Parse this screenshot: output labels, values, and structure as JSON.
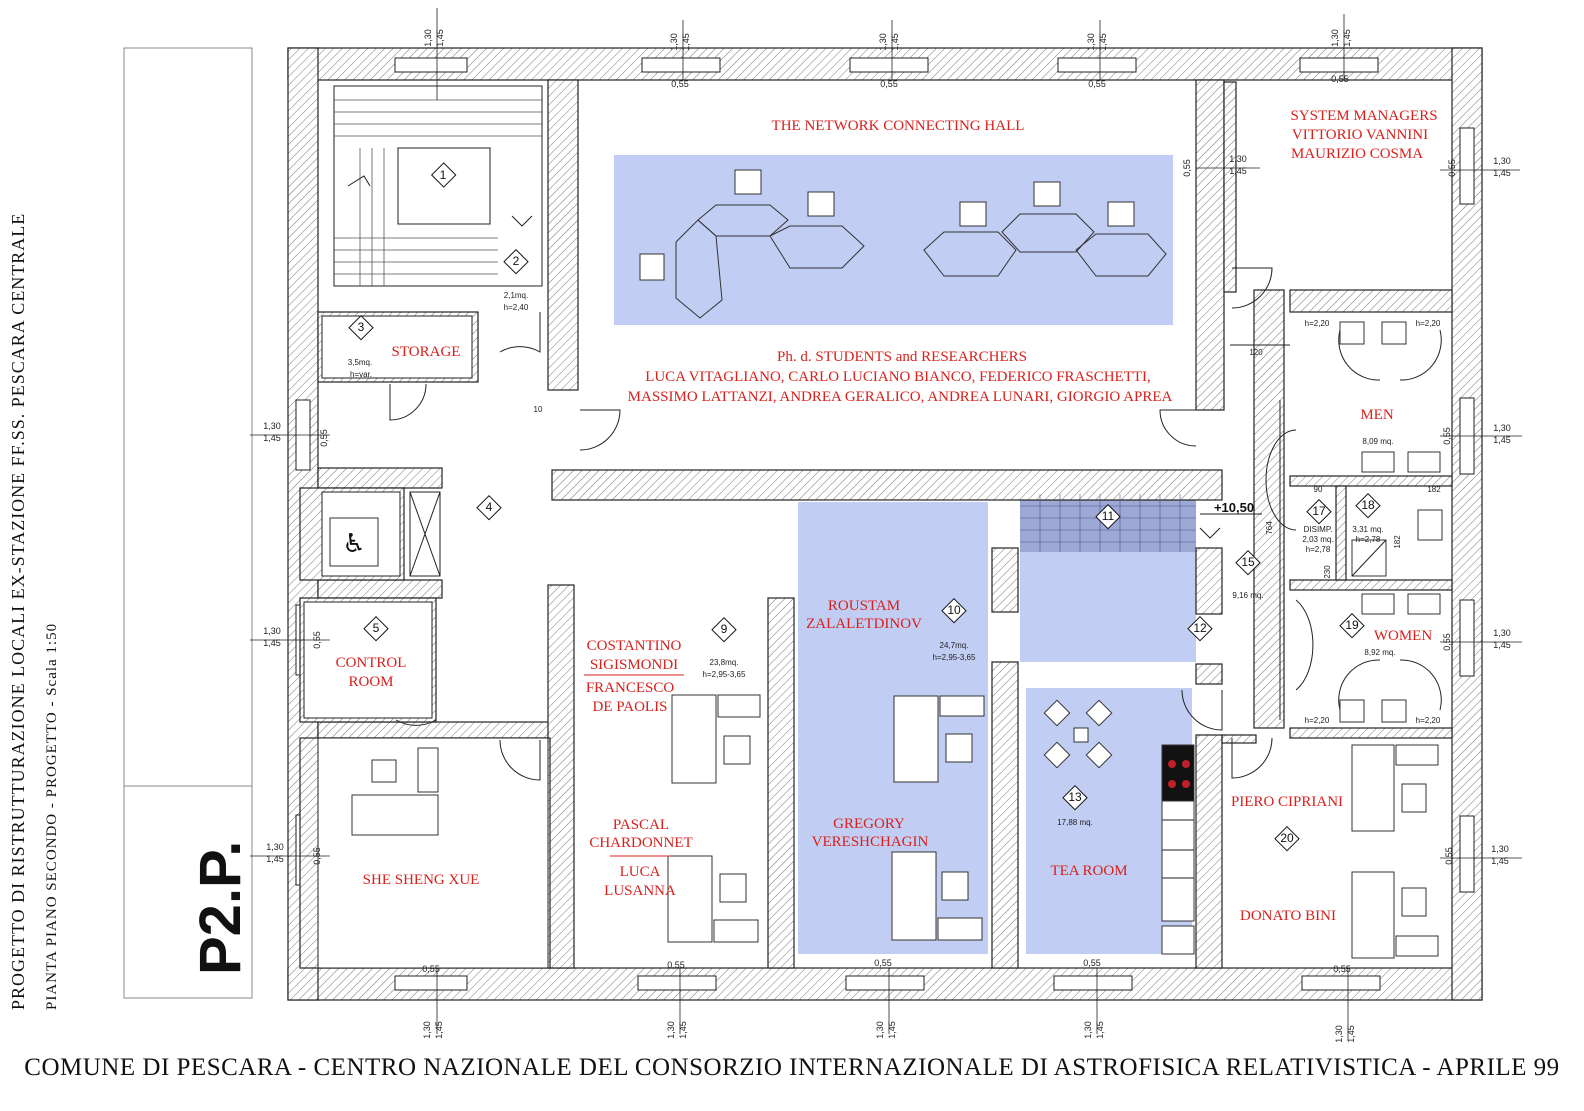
{
  "sidebar": {
    "title": "PROGETTO DI RISTRUTTURAZIONE LOCALI EX-STAZIONE FF.SS. PESCARA CENTRALE",
    "subtitle": "PIANTA PIANO SECONDO - PROGETTO - Scala 1:50",
    "sheet_code": "P2.P."
  },
  "footer": {
    "text": "COMUNE DI PESCARA - CENTRO NAZIONALE DEL CONSORZIO INTERNAZIONALE DI ASTROFISICA RELATIVISTICA - APRILE 99"
  },
  "rooms": {
    "hall_title": "THE NETWORK CONNECTING HALL",
    "students_heading": "Ph. d. STUDENTS and RESEARCHERS",
    "students_line1": "LUCA VITAGLIANO, CARLO LUCIANO BIANCO, FEDERICO FRASCHETTI,",
    "students_line2": "MASSIMO LATTANZI, ANDREA GERALICO, ANDREA LUNARI, GIORGIO APREA",
    "sysman_line1": "SYSTEM MANAGERS",
    "sysman_line2": "VITTORIO VANNINI",
    "sysman_line3": "MAURIZIO COSMA",
    "storage": "STORAGE",
    "men": "MEN",
    "women": "WOMEN",
    "control_line1": "CONTROL",
    "control_line2": "ROOM",
    "costantino_line1": "COSTANTINO",
    "costantino_line2": "SIGISMONDI",
    "francesco_line1": "FRANCESCO",
    "francesco_line2": "DE PAOLIS",
    "roustam_line1": "ROUSTAM",
    "roustam_line2": "ZALALETDINOV",
    "pascal_line1": "PASCAL",
    "pascal_line2": "CHARDONNET",
    "luca_line1": "LUCA",
    "luca_line2": "LUSANNA",
    "gregory_line1": "GREGORY",
    "gregory_line2": "VERESHCHAGIN",
    "she": "SHE SHENG XUE",
    "tea": "TEA ROOM",
    "piero": "PIERO CIPRIANI",
    "donato": "DONATO BINI"
  },
  "room_numbers": [
    "1",
    "2",
    "3",
    "4",
    "5",
    "9",
    "10",
    "11",
    "12",
    "13",
    "15",
    "17",
    "18",
    "19",
    "20"
  ],
  "annotations": {
    "a2_area": "2,1mq.",
    "a2_h": "h=2,40",
    "a3_area": "3,5mq.",
    "a3_h": "h=var.",
    "a9_area": "23,8mq.",
    "a9_h": "h=2,95-3,65",
    "a10_area": "24,7mq.",
    "a10_h": "h=2,95-3,65",
    "a13_area": "17,88 mq.",
    "a15_area": "9,16 mq.",
    "a17_label": "DISIMP.",
    "a17_area": "2,03 mq.",
    "a17_h": "h=2,78",
    "a18_area": "3,31 mq.",
    "a18_h": "h=2,78",
    "a_men_area": "8,09 mq.",
    "a_women_area": "8,92 mq.",
    "h220": "h=2,20",
    "elevation": "+10,50",
    "d120": "120",
    "d764": "764",
    "d90": "90",
    "d182": "182",
    "d230": "230",
    "d10": "10"
  },
  "dims": {
    "w130": "1,30",
    "w145": "1,45",
    "w055": "0,55"
  }
}
